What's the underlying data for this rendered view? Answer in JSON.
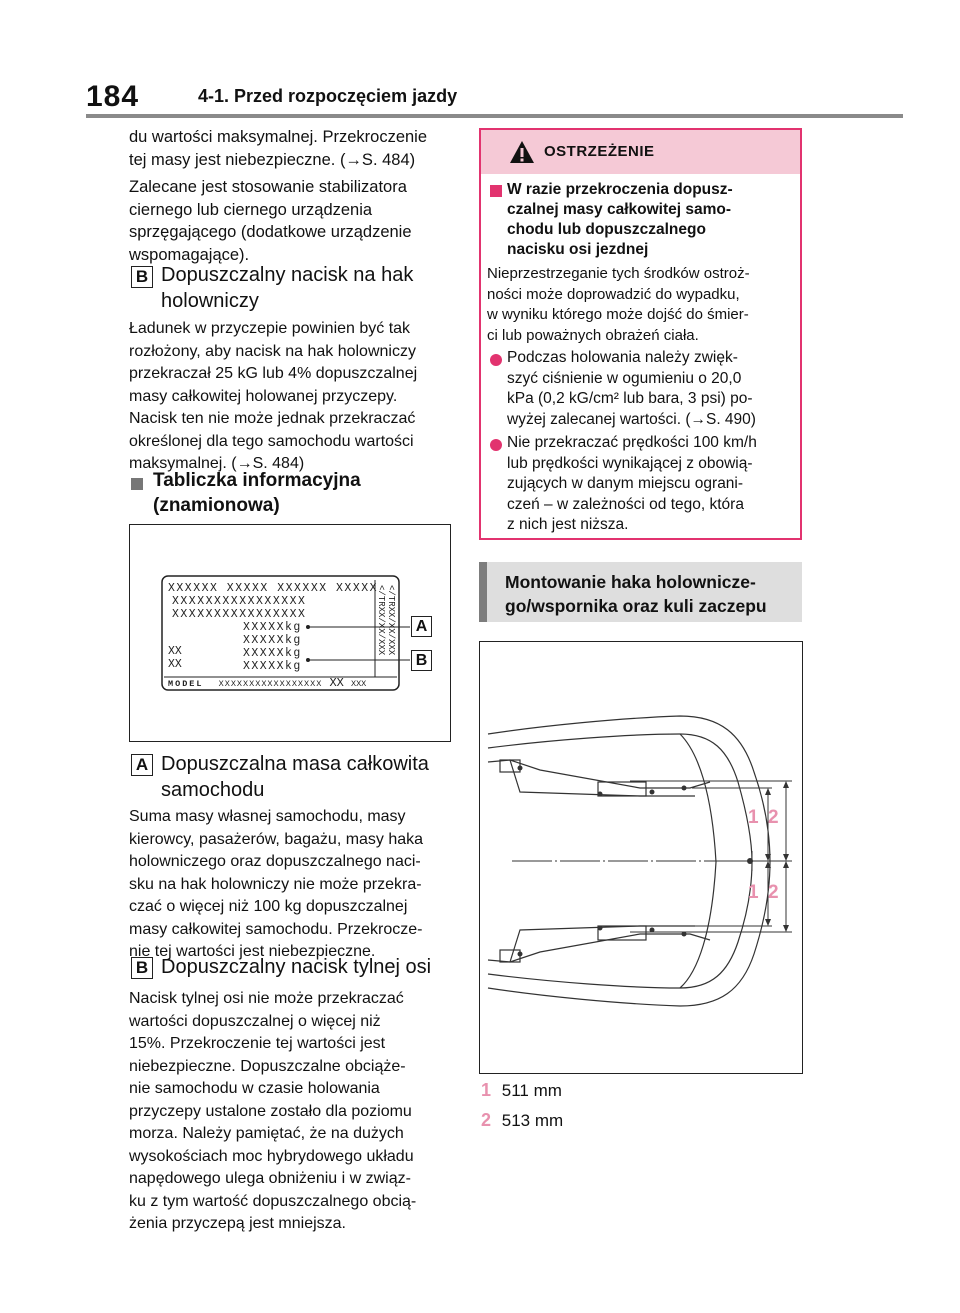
{
  "header": {
    "page_number": "184",
    "chapter_title": "4-1. Przed rozpoczęciem jazdy"
  },
  "left": {
    "p1": [
      "du wartości maksymalnej. Przekroczenie",
      "tej masy jest niebezpieczne. (→S. 484)"
    ],
    "p2": [
      "Zalecane jest stosowanie stabilizatora",
      "ciernego lub ciernego urządzenia",
      "sprzęgającego (dodatkowe urządzenie",
      "wspomagające)."
    ],
    "sec_b1": {
      "badge": "B",
      "title": [
        "Dopuszczalny nacisk na hak",
        "holowniczy"
      ]
    },
    "p3": [
      "Ładunek w przyczepie powinien być tak",
      "rozłożony, aby nacisk na hak holowniczy",
      "przekraczał 25 kG lub 4% dopuszczalnej",
      "masy całkowitej holowanej przyczepy.",
      "Nacisk ten nie może jednak przekraczać",
      "określonej dla tego samochodu wartości",
      "maksymalnej. (→S. 484)"
    ],
    "sec_tab": {
      "title": [
        "Tabliczka informacyjna",
        "(znamionowa)"
      ]
    },
    "label_fig": {
      "rows": [
        "XXXXXX XXXXX XXXXXX XXXXX",
        "XXXXXXXXXXXXXXXX",
        "XXXXXXXXXXXXXXXX",
        "XXXXXkg",
        "XXXXXkg",
        "XXXXXkg",
        "XXXXXkg"
      ],
      "side": [
        "XX",
        "XX"
      ],
      "model": "MODEL",
      "model_x": "XXXXXXXXXXXXXXXXX",
      "model_xx": "XX",
      "model_end": "XXX",
      "callout_a": "A",
      "callout_b": "B"
    },
    "sec_a": {
      "badge": "A",
      "title": [
        "Dopuszczalna masa całkowita",
        "samochodu"
      ]
    },
    "p4": [
      "Suma masy własnej samochodu, masy",
      "kierowcy, pasażerów, bagażu, masy haka",
      "holowniczego oraz dopuszczalnego naci-",
      "sku na hak holowniczy nie może przekra-",
      "czać o więcej niż 100 kg dopuszczalnej",
      "masy całkowitej samochodu. Przekrocze-",
      "nie tej wartości jest niebezpieczne."
    ],
    "sec_b2": {
      "badge": "B",
      "title": "Dopuszczalny nacisk tylnej osi"
    },
    "p5": [
      "Nacisk tylnej osi nie może przekraczać",
      "wartości dopuszczalnej o więcej niż",
      "15%. Przekroczenie tej wartości jest",
      "niebezpieczne. Dopuszczalne obciąże-",
      "nie samochodu w czasie holowania",
      "przyczepy ustalone zostało dla poziomu",
      "morza. Należy pamiętać, że na dużych",
      "wysokościach moc hybrydowego układu",
      "napędowego ulega obniżeniu i w związ-",
      "ku z tym wartość dopuszczalnego obcią-",
      "żenia przyczepą jest mniejsza."
    ]
  },
  "right": {
    "warning": {
      "icon": "warning-triangle-icon",
      "heading": "OSTRZEŻENIE",
      "subtitle": [
        "W razie przekroczenia dopusz-",
        "czalnej masy całkowitej samo-",
        "chodu lub dopuszczalnego",
        "nacisku osi jezdnej"
      ],
      "intro": [
        "Nieprzestrzeganie tych środków ostroż-",
        "ności może doprowadzić do wypadku,",
        "w wyniku którego może dojść do śmier-",
        "ci lub poważnych obrażeń ciała."
      ],
      "b1": [
        "Podczas holowania należy zwięk-",
        "szyć ciśnienie w ogumieniu o 20,0",
        "kPa (0,2 kG/cm² lub bara, 3 psi) po-",
        "wyżej zalecanej wartości. (→S. 490)"
      ],
      "b2": [
        "Nie przekraczać prędkości 100 km/h",
        "lub prędkości wynikającej z obowią-",
        "zujących w danym miejscu ograni-",
        "czeń – w zależności od tego, która",
        "z nich jest niższa."
      ]
    },
    "section_heading": [
      "Montowanie haka holownicze-",
      "go/wspornika oraz kuli zaczepu"
    ],
    "diagram": {
      "label1": "1",
      "label2": "2"
    },
    "legend": [
      {
        "num": "1",
        "text": "511 mm"
      },
      {
        "num": "2",
        "text": "513 mm"
      }
    ]
  },
  "colors": {
    "accent": "#e2336f",
    "warn_bg": "#f5c9d6",
    "gray_box": "#dedede"
  }
}
